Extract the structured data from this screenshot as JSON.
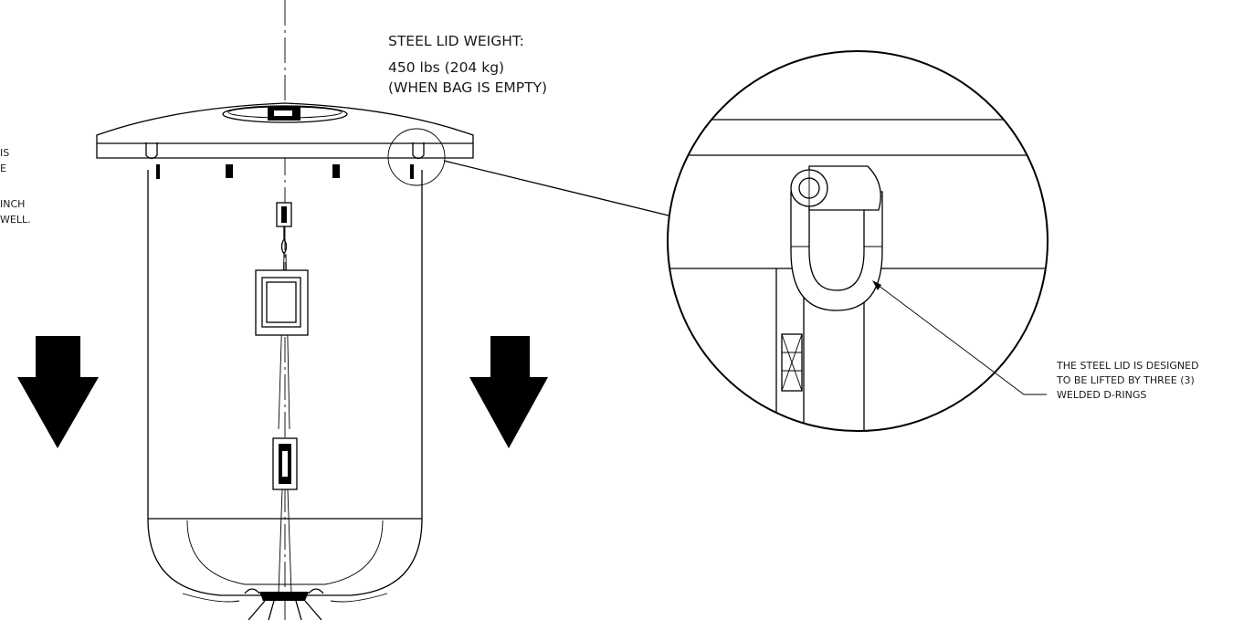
{
  "lid_weight_note": {
    "line1": "STEEL LID WEIGHT:",
    "line2": "450 lbs (204 kg)",
    "line3": "(WHEN BAG IS EMPTY)"
  },
  "left_note_fragments": {
    "line1": "IS",
    "line2": "E",
    "line3": "INCH",
    "line4": "WELL."
  },
  "dring_callout": {
    "line1": "THE STEEL LID IS DESIGNED",
    "line2": "TO BE LIFTED BY THREE (3)",
    "line3": "WELDED D-RINGS"
  }
}
